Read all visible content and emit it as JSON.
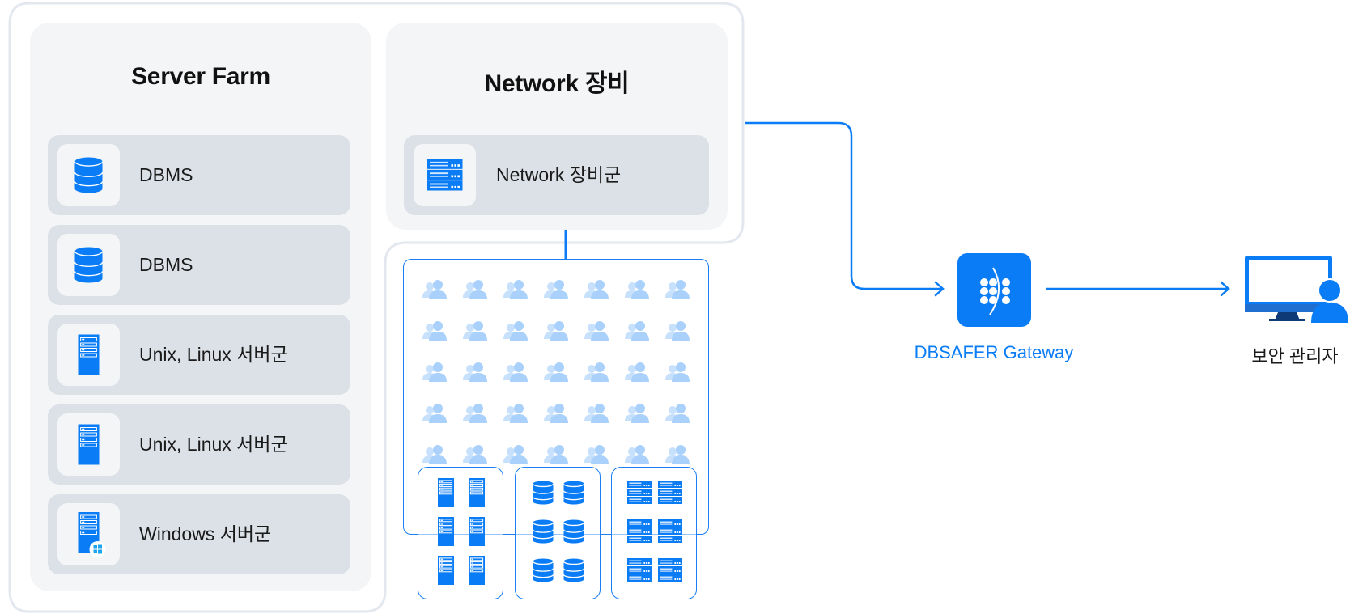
{
  "colors": {
    "accent": "#0a7cf5",
    "user_icon": "#a9d1fb",
    "user_icon_back": "#c7e1fc",
    "panel_bg": "#f3f5f7",
    "row_bg": "#dce1e7",
    "outline": "#e3e8ef",
    "monitor_stand": "#0f3a78",
    "monitor_bar": "#1e6fd0",
    "windows_logo": "#1fa4f0"
  },
  "server_farm": {
    "title": "Server Farm",
    "items": [
      {
        "label": "DBMS",
        "icon": "database-icon"
      },
      {
        "label": "DBMS",
        "icon": "database-icon"
      },
      {
        "label": "Unix, Linux 서버군",
        "icon": "server-tower-icon"
      },
      {
        "label": "Unix, Linux 서버군",
        "icon": "server-tower-icon"
      },
      {
        "label": "Windows 서버군",
        "icon": "windows-server-icon"
      }
    ]
  },
  "network": {
    "title": "Network 장비",
    "items": [
      {
        "label": "Network 장비군",
        "icon": "network-rack-icon"
      }
    ]
  },
  "user_grid": {
    "rows": 5,
    "cols": 7,
    "icon": "users-icon"
  },
  "server_groups": [
    {
      "name": "server-tower-group",
      "icon": "server-tower-icon",
      "count": 6
    },
    {
      "name": "database-group",
      "icon": "database-icon",
      "count": 6
    },
    {
      "name": "network-rack-group",
      "icon": "network-rack-icon",
      "count": 6
    }
  ],
  "gateway": {
    "label": "DBSAFER Gateway",
    "icon": "dbsafer-logo-icon"
  },
  "admin": {
    "label": "보안 관리자",
    "icon": "admin-monitor-icon"
  }
}
